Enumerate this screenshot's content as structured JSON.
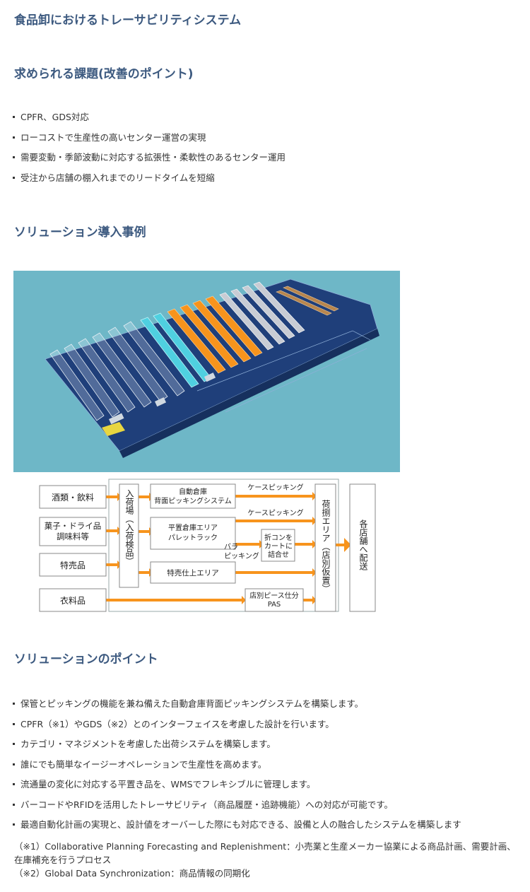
{
  "page_title": "食品卸におけるトレーサビリティシステム",
  "issues": {
    "heading": "求められる課題(改善のポイント)",
    "items": [
      "CPFR、GDS対応",
      "ローコストで生産性の高いセンター運営の実現",
      "需要変動・季節波動に対応する拡張性・柔軟性のあるセンター運用",
      "受注から店舗の棚入れまでのリードタイムを短縮"
    ]
  },
  "case": {
    "heading": "ソリューション導入事例"
  },
  "flow": {
    "sources": [
      "酒類・飲料",
      "菓子・ドライ品",
      "調味料等",
      "特売品",
      "衣料品"
    ],
    "receiving": "入荷場（入荷検品）",
    "zone_auto": [
      "自動倉庫",
      "背面ピッキングシステム"
    ],
    "zone_flat": [
      "平置倉庫エリア",
      "パレットラック"
    ],
    "zone_special": "特売仕上エリア",
    "case_picking_1": "ケースピッキング",
    "case_picking_2": "ケースピッキング",
    "bara_picking": [
      "バラ",
      "ピッキング"
    ],
    "cart_box": [
      "折コンを",
      "カートに",
      "詰合せ"
    ],
    "pas_box": [
      "店別ピース仕分",
      "PAS"
    ],
    "staging": "荷捌エリア（店別仮置）",
    "delivery": "各店舗へ配送"
  },
  "points": {
    "heading": "ソリューションのポイント",
    "items": [
      "保管とピッキングの機能を兼ね備えた自動倉庫背面ピッキングシステムを構築します。",
      "CPFR（※1）やGDS（※2）とのインターフェイスを考慮した設計を行います。",
      "カテゴリ・マネジメントを考慮した出荷システムを構築します。",
      "誰にでも簡単なイージーオペレーションで生産性を高めます。",
      "流通量の変化に対応する平置き品を、WMSでフレキシブルに管理します。",
      "バーコードやRFIDを活用したトレーサビリティ（商品履歴・追跡機能）への対応が可能です。",
      "最適自動化計画の実現と、設計値をオーバーした際にも対応できる、設備と人の融合したシステムを構築します"
    ]
  },
  "notes": [
    "（※1）Collaborative Planning Forecasting and Replenishment：小売業と生産メーカー協業による商品計画、需要計画、在庫補充を行うプロセス",
    "（※2）Global Data Synchronization：商品情報の同期化"
  ],
  "colors": {
    "heading": "#3d5a80",
    "arrow": "#f7941d",
    "render_bg": "#6eb7c7",
    "floor": "#1f3f7a",
    "rack_orange": "#f7941d",
    "rack_cyan": "#4fd0e0"
  }
}
